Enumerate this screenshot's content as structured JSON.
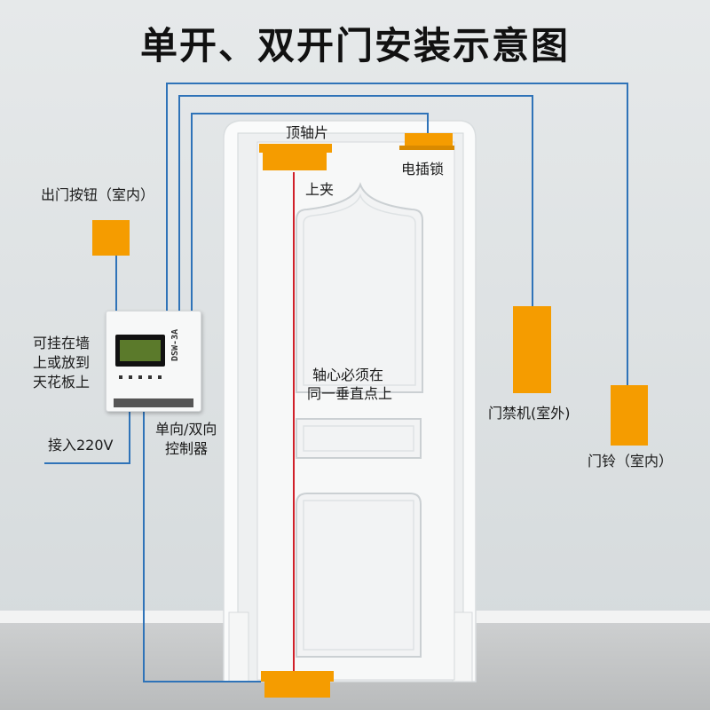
{
  "title": "单开、双开门安装示意图",
  "labels": {
    "top_pivot": "顶轴片",
    "electric_lock": "电插锁",
    "exit_button": "出门按钮（室内）",
    "upper_clamp": "上夹",
    "axis_note_line1": "轴心必须在",
    "axis_note_line2": "同一垂直点上",
    "mount_line1": "可挂在墙",
    "mount_line2": "上或放到",
    "mount_line3": "天花板上",
    "controller_line1": "单向/双向",
    "controller_line2": "控制器",
    "power": "接入220V",
    "access_unit": "门禁机(室外)",
    "doorbell": "门铃（室内）"
  },
  "controller_model": "DSW-3A",
  "colors": {
    "orange": "#F59C00",
    "wire": "#2F73B8",
    "axis": "#D0202A",
    "wall": "#DDE2E4",
    "floor": "#C6C8C9",
    "door": "#F6F7F7"
  }
}
